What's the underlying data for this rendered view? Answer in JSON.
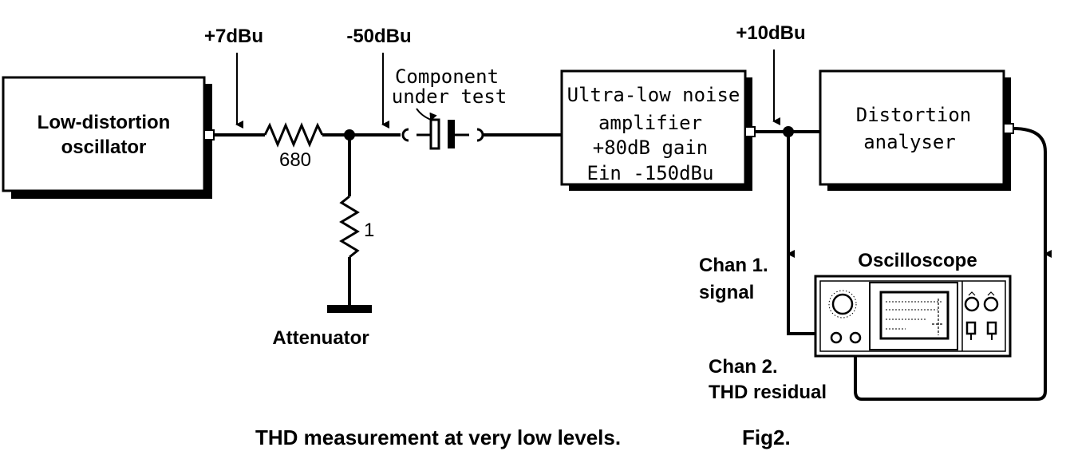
{
  "blocks": {
    "oscillator": [
      "Low-distortion",
      "oscillator"
    ],
    "amplifier": [
      "Ultra-low noise",
      "amplifier",
      "+80dB  gain",
      "Ein  -150dBu"
    ],
    "analyser": [
      "Distortion",
      "analyser"
    ]
  },
  "levels": {
    "oscillator_out": "+7dBu",
    "attenuator_out": "-50dBu",
    "amplifier_out": "+10dBu"
  },
  "components": {
    "series_resistor": "680",
    "shunt_resistor": "1",
    "dut_label": [
      "Component",
      "under test"
    ],
    "attenuator": "Attenuator"
  },
  "oscilloscope": {
    "title": "Oscilloscope",
    "chan1": [
      "Chan 1.",
      "signal"
    ],
    "chan2": [
      "Chan 2.",
      "THD residual"
    ]
  },
  "caption": {
    "text": "THD measurement at very low levels.",
    "fig": "Fig2."
  }
}
